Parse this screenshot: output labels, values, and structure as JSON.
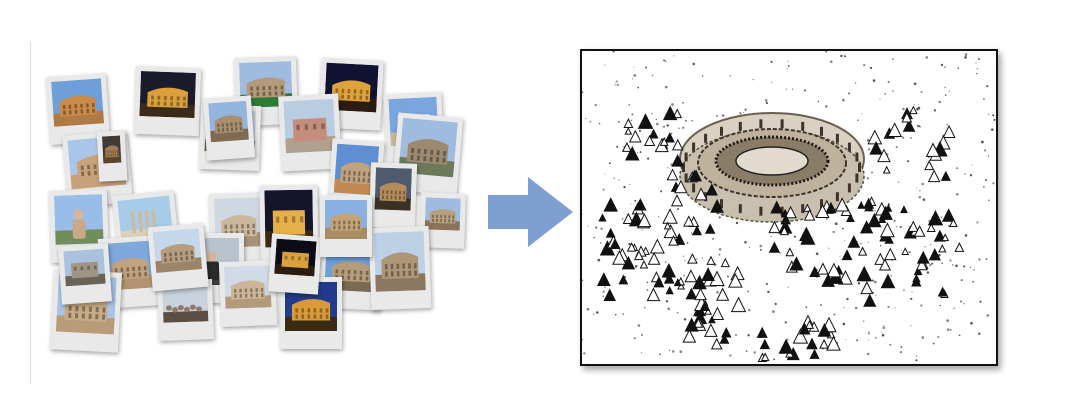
{
  "left_panel": {
    "photo_count": 30,
    "photos": [
      {
        "icon": "colosseum-photo",
        "sky": "#6f9fd8",
        "ground": "#b07a45",
        "subject": "#c98a4a"
      },
      {
        "icon": "colosseum-night-photo",
        "sky": "#1b1b2c",
        "ground": "#3a2a1a",
        "subject": "#d9a03c"
      },
      {
        "icon": "colosseum-photo",
        "sky": "#9fbbe0",
        "ground": "#2f7a34",
        "subject": "#b39a7a"
      },
      {
        "icon": "colosseum-night-photo",
        "sky": "#0f1230",
        "ground": "#2a1c10",
        "subject": "#e0a23a"
      },
      {
        "icon": "building-photo",
        "sky": "#7aa6df",
        "ground": "#c9b79c",
        "subject": "#e7dcc8"
      },
      {
        "icon": "colosseum-photo",
        "sky": "#a9c6ea",
        "ground": "#c8a27a",
        "subject": "#caa27a"
      },
      {
        "icon": "arch-photo",
        "sky": "#bfcfe0",
        "ground": "#6b5a48",
        "subject": "#8a7660"
      },
      {
        "icon": "ruins-photo",
        "sky": "#a9cbea",
        "ground": "#ddd2bd",
        "subject": "#c9bca4"
      },
      {
        "icon": "street-photo",
        "sky": "#b9cde2",
        "ground": "#b0a08d",
        "subject": "#c58e7c"
      },
      {
        "icon": "colosseum-photo",
        "sky": "#5f8fd2",
        "ground": "#c08a56",
        "subject": "#bfa27e"
      },
      {
        "icon": "colosseum-photo",
        "sky": "#9fbbe0",
        "ground": "#6d7a5a",
        "subject": "#9b8a70"
      },
      {
        "icon": "person-photo",
        "sky": "#97bde8",
        "ground": "#6f8e5c",
        "subject": "#c7a888"
      },
      {
        "icon": "colosseum-photo",
        "sky": "#4f5a6c",
        "ground": "#3b3024",
        "subject": "#b48c5c"
      },
      {
        "icon": "colosseum-photo",
        "sky": "#ced8e2",
        "ground": "#a8937a",
        "subject": "#cbb79c"
      },
      {
        "icon": "night-street-photo",
        "sky": "#14142a",
        "ground": "#3a2a14",
        "subject": "#e5b049"
      },
      {
        "icon": "colosseum-photo",
        "sky": "#9fbbe0",
        "ground": "#8a7356",
        "subject": "#b89f7e"
      },
      {
        "icon": "colosseum-photo",
        "sky": "#7fa9dc",
        "ground": "#b29270",
        "subject": "#c2a37f"
      },
      {
        "icon": "person-photo",
        "sky": "#b7c3cf",
        "ground": "#3f3f3f",
        "subject": "#2b2b2b"
      },
      {
        "icon": "colosseum-photo",
        "sky": "#6f9fd8",
        "ground": "#7a6a52",
        "subject": "#b59d7c"
      },
      {
        "icon": "crowd-photo",
        "sky": "#c9d3dd",
        "ground": "#5b4f45",
        "subject": "#8e7b6c"
      },
      {
        "icon": "colosseum-night-photo",
        "sky": "#223a8c",
        "ground": "#3a2a14",
        "subject": "#d99a3a"
      },
      {
        "icon": "colosseum-photo",
        "sky": "#d0dbe6",
        "ground": "#b39a7a",
        "subject": "#cdb697"
      },
      {
        "icon": "colosseum-photo",
        "sky": "#c5d7ea",
        "ground": "#9b8569",
        "subject": "#b69d80"
      },
      {
        "icon": "colosseum-photo",
        "sky": "#3f3a36",
        "ground": "#5a4630",
        "subject": "#a07d52"
      },
      {
        "icon": "night-photo",
        "sky": "#0c0c18",
        "ground": "#2a1c10",
        "subject": "#d9a03c"
      },
      {
        "icon": "colosseum-photo",
        "sky": "#a7c4e6",
        "ground": "#b89c78",
        "subject": "#c6ab86"
      },
      {
        "icon": "colosseum-photo",
        "sky": "#93b4de",
        "ground": "#7f6a52",
        "subject": "#a88f70"
      },
      {
        "icon": "colosseum-photo",
        "sky": "#bcd0e6",
        "ground": "#8b7860",
        "subject": "#ae9676"
      },
      {
        "icon": "colosseum-photo",
        "sky": "#88b0e0",
        "ground": "#a98b64",
        "subject": "#c3a47a"
      },
      {
        "icon": "street-photo",
        "sky": "#aac2de",
        "ground": "#6a6458",
        "subject": "#9f9584"
      }
    ]
  },
  "arrow": {
    "icon": "right-arrow-icon",
    "color": "#7e9fd0"
  },
  "right_panel": {
    "icon": "colosseum-3d-reconstruction",
    "camera_icon": "camera-frustum-icon",
    "camera_color": "#111111",
    "point_color": "#8f8472",
    "background": "#ffffff"
  }
}
